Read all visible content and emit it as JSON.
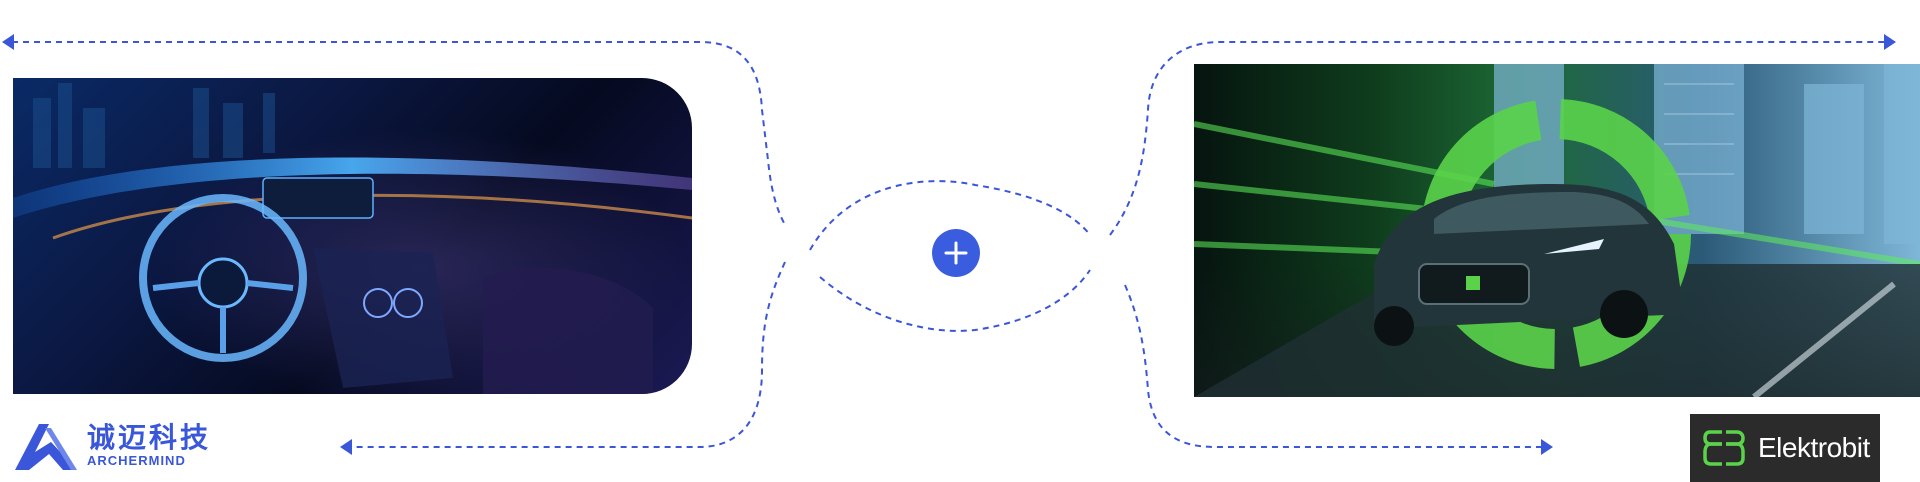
{
  "colors": {
    "accent": "#3a5de0",
    "dashed_line": "#3a56d9",
    "elektrobit_green": "#5ad34a",
    "elektrobit_bg": "#2b2b2b"
  },
  "icons": {
    "plus": "plus-icon",
    "left_logo": "archermind-logo-icon",
    "right_logo": "elektrobit-logo-icon"
  },
  "left_company": {
    "name_cn": "诚迈科技",
    "name_en": "ARCHERMIND"
  },
  "right_company": {
    "name": "Elektrobit"
  }
}
